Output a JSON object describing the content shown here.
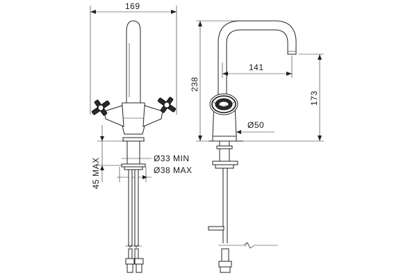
{
  "diagram": {
    "dims": {
      "width_total": "169",
      "height_total": "238",
      "reach": "141",
      "spout_height": "173",
      "base_diameter": "Ø50",
      "hole_min": "Ø33 MIN",
      "hole_max": "Ø38 MAX",
      "deck_thickness": "45 MAX"
    },
    "colors": {
      "line": "#222222",
      "handle": "#2a2a2a",
      "background": "#ffffff"
    }
  }
}
